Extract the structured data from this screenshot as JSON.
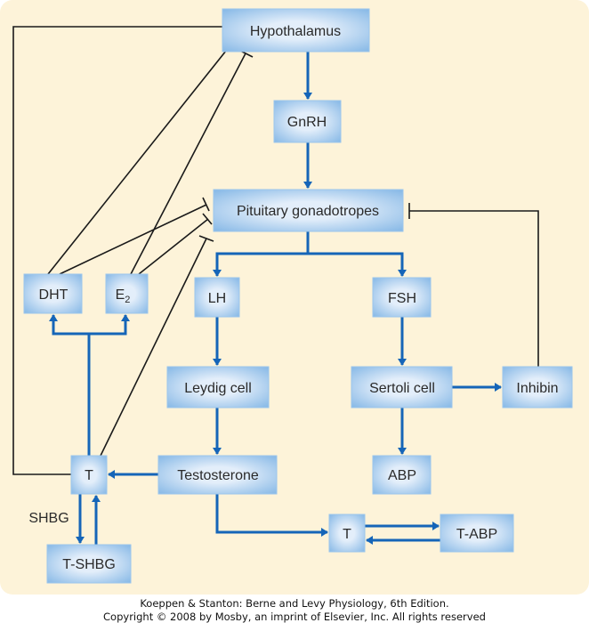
{
  "colors": {
    "background": "#fdf3d9",
    "box_center": "#e3eefa",
    "box_edge": "#86b8e6",
    "stimulatory_arrow": "#1565b8",
    "inhibitory_line": "#1a1a1a"
  },
  "nodes": {
    "hypothalamus": "Hypothalamus",
    "gnrh": "GnRH",
    "pituitary": "Pituitary gonadotropes",
    "dht": "DHT",
    "e2": "E",
    "e2_sub": "2",
    "lh": "LH",
    "fsh": "FSH",
    "leydig": "Leydig cell",
    "sertoli": "Sertoli cell",
    "inhibin": "Inhibin",
    "t_left": "T",
    "testosterone": "Testosterone",
    "abp": "ABP",
    "t_bottom": "T",
    "t_abp": "T-ABP",
    "t_shbg": "T-SHBG"
  },
  "labels": {
    "shbg": "SHBG"
  },
  "footer": {
    "line1": "Koeppen & Stanton: Berne and Levy Physiology, 6th Edition.",
    "line2": "Copyright © 2008 by Mosby, an imprint of Elsevier, Inc. All rights reserved"
  }
}
